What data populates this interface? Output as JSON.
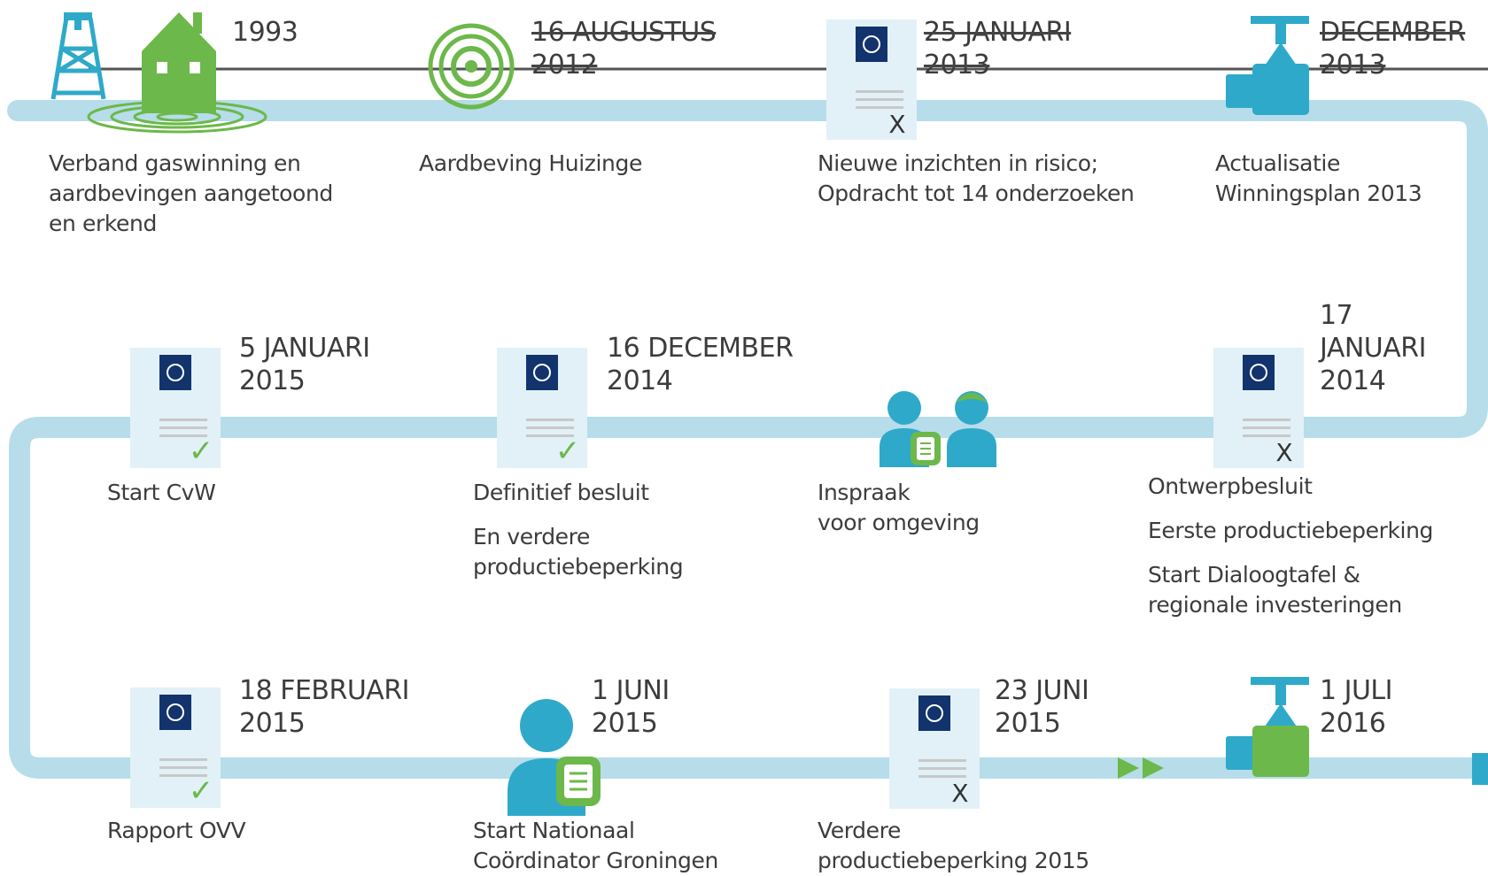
{
  "colors": {
    "track": "#b6dde9",
    "blue": "#2fa9c9",
    "green": "#6cb84a",
    "doc_bg": "#e2f1f7",
    "navy": "#12336c",
    "line": "#555555"
  },
  "events": [
    {
      "date": "1993",
      "description": [
        "Verband gaswinning en",
        "aardbevingen aangetoond",
        "en erkend"
      ]
    },
    {
      "date": "16 AUGUSTUS\n2012",
      "description": [
        "Aardbeving Huizinge"
      ]
    },
    {
      "date": "25 JANUARI\n2013",
      "description": [
        "Nieuwe inzichten in risico;",
        "Opdracht tot 14 onderzoeken"
      ],
      "doc_mark": "X"
    },
    {
      "date": "DECEMBER\n2013",
      "description": [
        "Actualisatie",
        "Winningsplan 2013"
      ]
    },
    {
      "date": "17\nJANUARI\n2014",
      "description": [
        "Ontwerpbesluit",
        "Eerste productiebeperking",
        "Start Dialoogtafel &",
        "regionale investeringen"
      ],
      "doc_mark": "X"
    },
    {
      "date": "",
      "description": [
        "Inspraak",
        "voor omgeving"
      ]
    },
    {
      "date": "16 DECEMBER\n2014",
      "description": [
        "Definitief besluit",
        "En verdere",
        "productiebeperking"
      ],
      "doc_mark": "✓"
    },
    {
      "date": "5 JANUARI\n2015",
      "description": [
        "Start CvW"
      ],
      "doc_mark": "✓"
    },
    {
      "date": "18 FEBRUARI\n2015",
      "description": [
        "Rapport OVV"
      ],
      "doc_mark": "✓"
    },
    {
      "date": "1 JUNI\n2015",
      "description": [
        "Start Nationaal",
        "Coördinator Groningen"
      ]
    },
    {
      "date": "23 JUNI\n2015",
      "description": [
        "Verdere",
        "productiebeperking 2015"
      ],
      "doc_mark": "X"
    },
    {
      "date": "1 JULI\n2016",
      "description": []
    }
  ],
  "icons": {
    "derrick": "gas-derrick-icon",
    "house": "house-icon",
    "quake": "earthquake-epicenter-icon",
    "document": "government-document-icon",
    "valve": "gas-valve-icon",
    "people": "people-consultation-icon",
    "coordinator": "coordinator-person-icon",
    "arrows": "fast-forward-arrows-icon"
  }
}
